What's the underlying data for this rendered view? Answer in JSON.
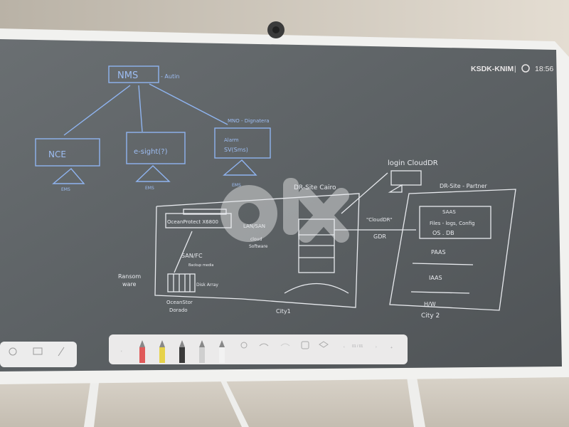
{
  "status_bar": {
    "device": "KSDK-KNIM",
    "separator": "|",
    "time": "18:56"
  },
  "diagram": {
    "nms": "NMS",
    "nms_note": "- Autin",
    "nce": "NCE",
    "esight": "e-sight(?)",
    "mno_note": "MNO - Dignatera",
    "alarm_line1": "Alarm",
    "alarm_line2": "SV(Sms)",
    "ems1": "EMS",
    "ems2": "EMS",
    "ems3": "EMS",
    "oceanprotect": "OceanProtect X6800",
    "san_fc": "SAN/FC",
    "backup_media": "Backup media",
    "disk_array": "Disk Array",
    "oceanstor_line1": "OceanStor",
    "oceanstor_line2": "Dorado",
    "ransomware_line1": "Ransom",
    "ransomware_line2": "ware",
    "lan_san": "LAN/SAN",
    "cloud_line1": "cloud",
    "cloud_line2": "Software",
    "dr_site_cairo": "DR-Site  Cairo",
    "city1": "City1",
    "cloud_dr": "\"CloudDR\"",
    "gdr": "GDR",
    "login_cloud_dr": "login CloudDR",
    "dr_site_2": "DR-Site - Partner",
    "saas": "SAAS",
    "files": "Files - logs, Config",
    "os_db": "OS . DB",
    "paas": "PAAS",
    "iaas": "IAAS",
    "hw": "H/W",
    "city2": "City 2"
  },
  "toolbar": {
    "page_indicator": "01 / 01",
    "pen_colors": [
      "#e05a5a",
      "#e6d24a",
      "#3a3a3a",
      "#cfcfcf",
      "#f2f2f2"
    ]
  },
  "watermark": "olx",
  "colors": {
    "board": "#5e6366",
    "ink_blue": "#8fb4f0",
    "ink_white": "#e8eaee"
  }
}
